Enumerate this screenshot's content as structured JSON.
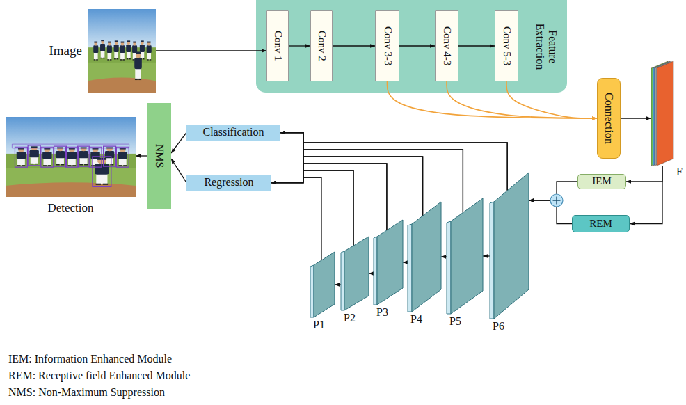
{
  "diagram": {
    "nodes": [
      {
        "text": [
          "Image"
        ]
      },
      {
        "text": [
          "Feature Extraction"
        ]
      },
      {
        "text": [
          "Conv 1"
        ],
        "in": 1
      },
      {
        "text": [
          "Conv 2"
        ],
        "in": 1
      },
      {
        "text": [
          "Conv 3-3"
        ],
        "in": 1
      },
      {
        "text": [
          "Conv 4-3"
        ],
        "in": 1
      },
      {
        "text": [
          "Conv 5-3"
        ],
        "in": 1
      },
      {
        "text": [
          "Connection"
        ]
      },
      {
        "text": [
          "F"
        ]
      },
      {
        "text": [
          "IEM"
        ]
      },
      {
        "text": [
          "REM"
        ]
      },
      {
        "text": [
          "P1"
        ]
      },
      {
        "text": [
          "P2"
        ]
      },
      {
        "text": [
          "P3"
        ]
      },
      {
        "text": [
          "P4"
        ]
      },
      {
        "text": [
          "P5"
        ]
      },
      {
        "text": [
          "P6"
        ]
      },
      {
        "text": [
          "Classification"
        ]
      },
      {
        "text": [
          "Regression"
        ]
      },
      {
        "text": [
          "NMS"
        ]
      },
      {
        "text": [
          "Detection"
        ]
      }
    ],
    "edges": [
      {
        "from": 0,
        "to": 2,
        "arrow": "to"
      },
      {
        "from": 2,
        "to": 3,
        "arrow": "to"
      },
      {
        "from": 3,
        "to": 4,
        "arrow": "to"
      },
      {
        "from": 4,
        "to": 5,
        "arrow": "to"
      },
      {
        "from": 5,
        "to": 6,
        "arrow": "to"
      },
      {
        "from": 4,
        "to": 7,
        "arrow": "to"
      },
      {
        "from": 5,
        "to": 7,
        "arrow": "to"
      },
      {
        "from": 6,
        "to": 7,
        "arrow": "to"
      },
      {
        "from": 7,
        "to": 8,
        "arrow": "to"
      },
      {
        "from": 8,
        "to": 9,
        "arrow": "to"
      },
      {
        "from": 8,
        "to": 10,
        "arrow": "to"
      },
      {
        "from": 9,
        "to": 16,
        "arrow": "to"
      },
      {
        "from": 10,
        "to": 16,
        "arrow": "to"
      },
      {
        "from": 16,
        "to": 15,
        "arrow": "to"
      },
      {
        "from": 15,
        "to": 14,
        "arrow": "to"
      },
      {
        "from": 14,
        "to": 13,
        "arrow": "to"
      },
      {
        "from": 13,
        "to": 12,
        "arrow": "to"
      },
      {
        "from": 12,
        "to": 11,
        "arrow": "to"
      },
      {
        "from": 11,
        "to": 17,
        "arrow": "to"
      },
      {
        "from": 12,
        "to": 17,
        "arrow": "to"
      },
      {
        "from": 13,
        "to": 17,
        "arrow": "to"
      },
      {
        "from": 14,
        "to": 17,
        "arrow": "to"
      },
      {
        "from": 15,
        "to": 17,
        "arrow": "to"
      },
      {
        "from": 16,
        "to": 17,
        "arrow": "to"
      },
      {
        "from": 11,
        "to": 18,
        "arrow": "to"
      },
      {
        "from": 12,
        "to": 18,
        "arrow": "to"
      },
      {
        "from": 13,
        "to": 18,
        "arrow": "to"
      },
      {
        "from": 14,
        "to": 18,
        "arrow": "to"
      },
      {
        "from": 15,
        "to": 18,
        "arrow": "to"
      },
      {
        "from": 16,
        "to": 18,
        "arrow": "to"
      },
      {
        "from": 17,
        "to": 19,
        "arrow": "to"
      },
      {
        "from": 18,
        "to": 19,
        "arrow": "to"
      },
      {
        "from": 19,
        "to": 20,
        "arrow": "to"
      }
    ],
    "labels": [
      "IEM: Information Enhanced Module",
      "REM: Receptive field Enhanced Module",
      "NMS: Non-Maximum Suppression"
    ]
  }
}
